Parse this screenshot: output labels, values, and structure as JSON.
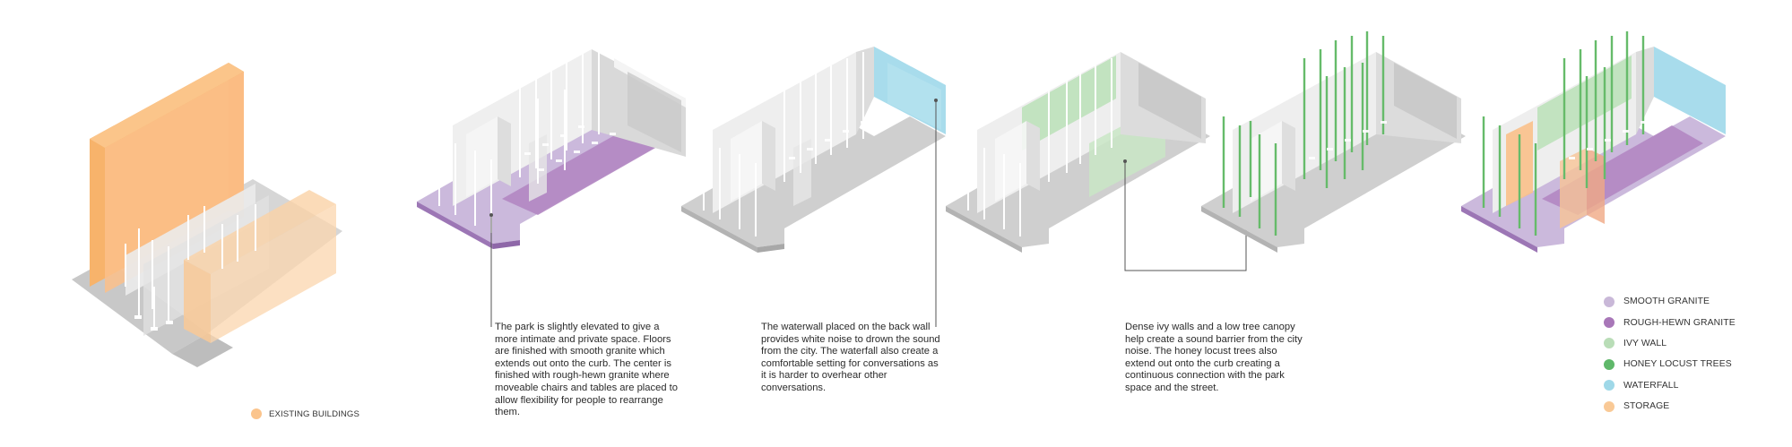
{
  "captions": {
    "elevation": "The park is slightly elevated to give a more intimate and private space. Floors are finished with smooth granite which extends out onto the curb. The center is finished with rough-hewn granite where moveable chairs and tables are placed to allow flexibility for people to rearrange them.",
    "waterwall": "The waterwall placed on the back wall provides white noise to drown the sound from the city. The waterfall also create a comfortable setting for conversations as it is harder to overhear other conversations.",
    "ivy": "Dense ivy walls and a low tree canopy help create a sound barrier from the city noise. The honey locust trees also extend out onto the curb creating a continuous connection with the park space and the street."
  },
  "existing_buildings": {
    "label": "EXISTING BUILDINGS",
    "color": "#fbc48c"
  },
  "legend": [
    {
      "label": "SMOOTH GRANITE",
      "color": "#c9b8d8"
    },
    {
      "label": "ROUGH-HEWN GRANITE",
      "color": "#a877b8"
    },
    {
      "label": "IVY WALL",
      "color": "#b9ddb7"
    },
    {
      "label": "HONEY LOCUST TREES",
      "color": "#5fb86a"
    },
    {
      "label": "WATERFALL",
      "color": "#9fd8e8"
    },
    {
      "label": "STORAGE",
      "color": "#f9c996"
    }
  ],
  "colors": {
    "floor_gray": "#c9c9c9",
    "wall_light": "#ececec",
    "wall_mid": "#dcdcdc",
    "line": "#555555"
  }
}
